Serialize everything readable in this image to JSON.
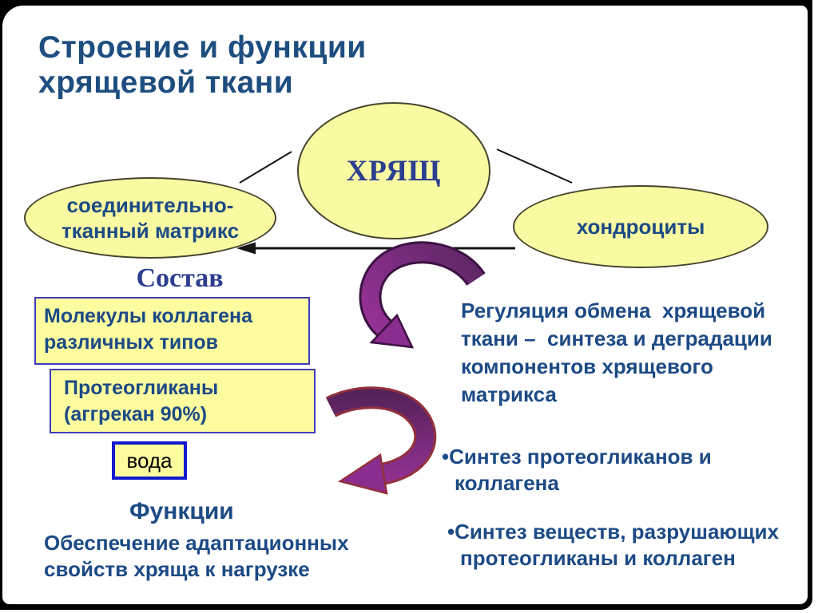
{
  "slide": {
    "title": "Строение и функции\nхрящевой ткани",
    "nodes": {
      "cartilage": "ХРЯЩ",
      "matrix": "соединительно-\nтканный матрикс",
      "chondrocytes": "хондроциты"
    },
    "composition_heading": "Состав",
    "composition_boxes": {
      "collagen": "Молекулы коллагена\nразличных типов",
      "proteoglycans": "Протеогликаны\n(аггрекан 90%)",
      "water": "вода"
    },
    "regulation_text": "Регуляция обмена  хрящевой\nткани –  синтеза и деградации\nкомпонентов хрящевого\nматрикса",
    "bullets": {
      "synthesis": "•Синтез протеогликанов и\nколлагена",
      "degradation": "•Синтез веществ, разрушающих\nпротеогликаны и коллаген"
    },
    "functions_heading": "Функции",
    "functions_text": "Обеспечение адаптационных\nсвойств хряща к нагрузке",
    "icons": {
      "curved_arrow_regulation": "curved-arrow-down-right-icon",
      "curved_arrow_synthesis": "curved-arrow-down-left-icon",
      "matrix_arrow": "left-arrow-icon"
    }
  },
  "colors": {
    "bg": "#ffffff",
    "frame": "#000000",
    "title_blue": "#1e4e7f",
    "serif_blue": "#2c3e8f",
    "text_blue": "#1c4a85",
    "node_yellow": "#fafaa2",
    "box_yellow": "#fdfda0",
    "box_border": "#3d3dbb",
    "water_border": "#1018cc",
    "water_text": "#000000",
    "arrow_dark": "#5c2763",
    "arrow_light": "#9a329a",
    "arrow_head": "#8a2d8f",
    "arrow1_outline": "#3c1242",
    "arrow2_outline": "#93303c",
    "line": "#141414"
  }
}
